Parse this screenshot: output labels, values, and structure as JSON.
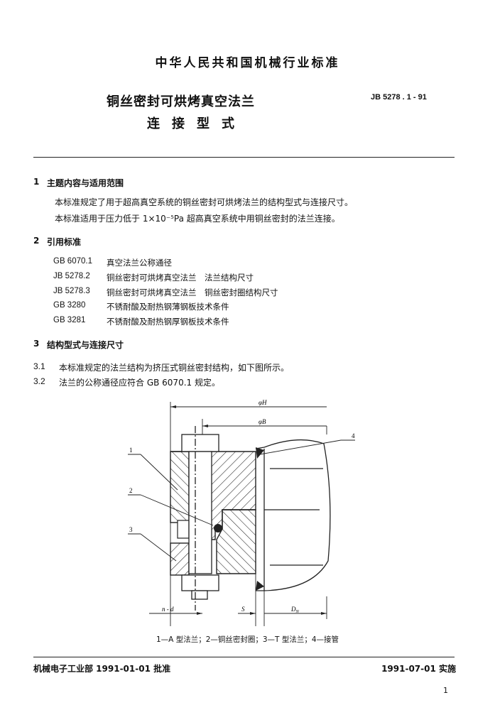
{
  "header": {
    "organization": "中华人民共和国机械行业标准",
    "title_line1": "铜丝密封可烘烤真空法兰",
    "title_line2": "连接型式",
    "standard_no": "JB 5278 . 1 - 91"
  },
  "sections": [
    {
      "number": "1",
      "title": "主题内容与适用范围",
      "paragraphs": [
        "本标准规定了用于超高真空系统的铜丝密封可烘烤法兰的结构型式与连接尺寸。",
        "本标准适用于压力低于 1×10⁻⁵Pa 超高真空系统中用铜丝密封的法兰连接。"
      ]
    },
    {
      "number": "2",
      "title": "引用标准",
      "references": [
        {
          "code": "GB 6070.1",
          "title": "真空法兰公称通径"
        },
        {
          "code": "JB 5278.2",
          "title": "铜丝密封可烘烤真空法兰　法兰结构尺寸"
        },
        {
          "code": "JB 5278.3",
          "title": "铜丝密封可烘烤真空法兰　铜丝密封圈结构尺寸"
        },
        {
          "code": "GB 3280",
          "title": "不锈耐酸及耐热钢薄钢板技术条件"
        },
        {
          "code": "GB 3281",
          "title": "不锈耐酸及耐热钢厚钢板技术条件"
        }
      ]
    },
    {
      "number": "3",
      "title": "结构型式与连接尺寸",
      "clauses": [
        {
          "number": "3.1",
          "text": "本标准规定的法兰结构为挤压式铜丝密封结构，如下图所示。"
        },
        {
          "number": "3.2",
          "text": "法兰的公称通径应符合 GB 6070.1 规定。"
        }
      ]
    }
  ],
  "figure": {
    "dim_labels": {
      "phi_h": "φH",
      "phi_b": "φB",
      "n_d": "n - d",
      "s": "S",
      "dn": "D"
    },
    "dn_subscript": "N",
    "callouts": [
      "1",
      "2",
      "3",
      "4"
    ],
    "caption": "1—A 型法兰；2—铜丝密封圈；3—T 型法兰；4—接管"
  },
  "footer": {
    "issuer": "机械电子工业部 1991-01-01 批准",
    "effective": "1991-07-01 实施",
    "page": "1"
  }
}
